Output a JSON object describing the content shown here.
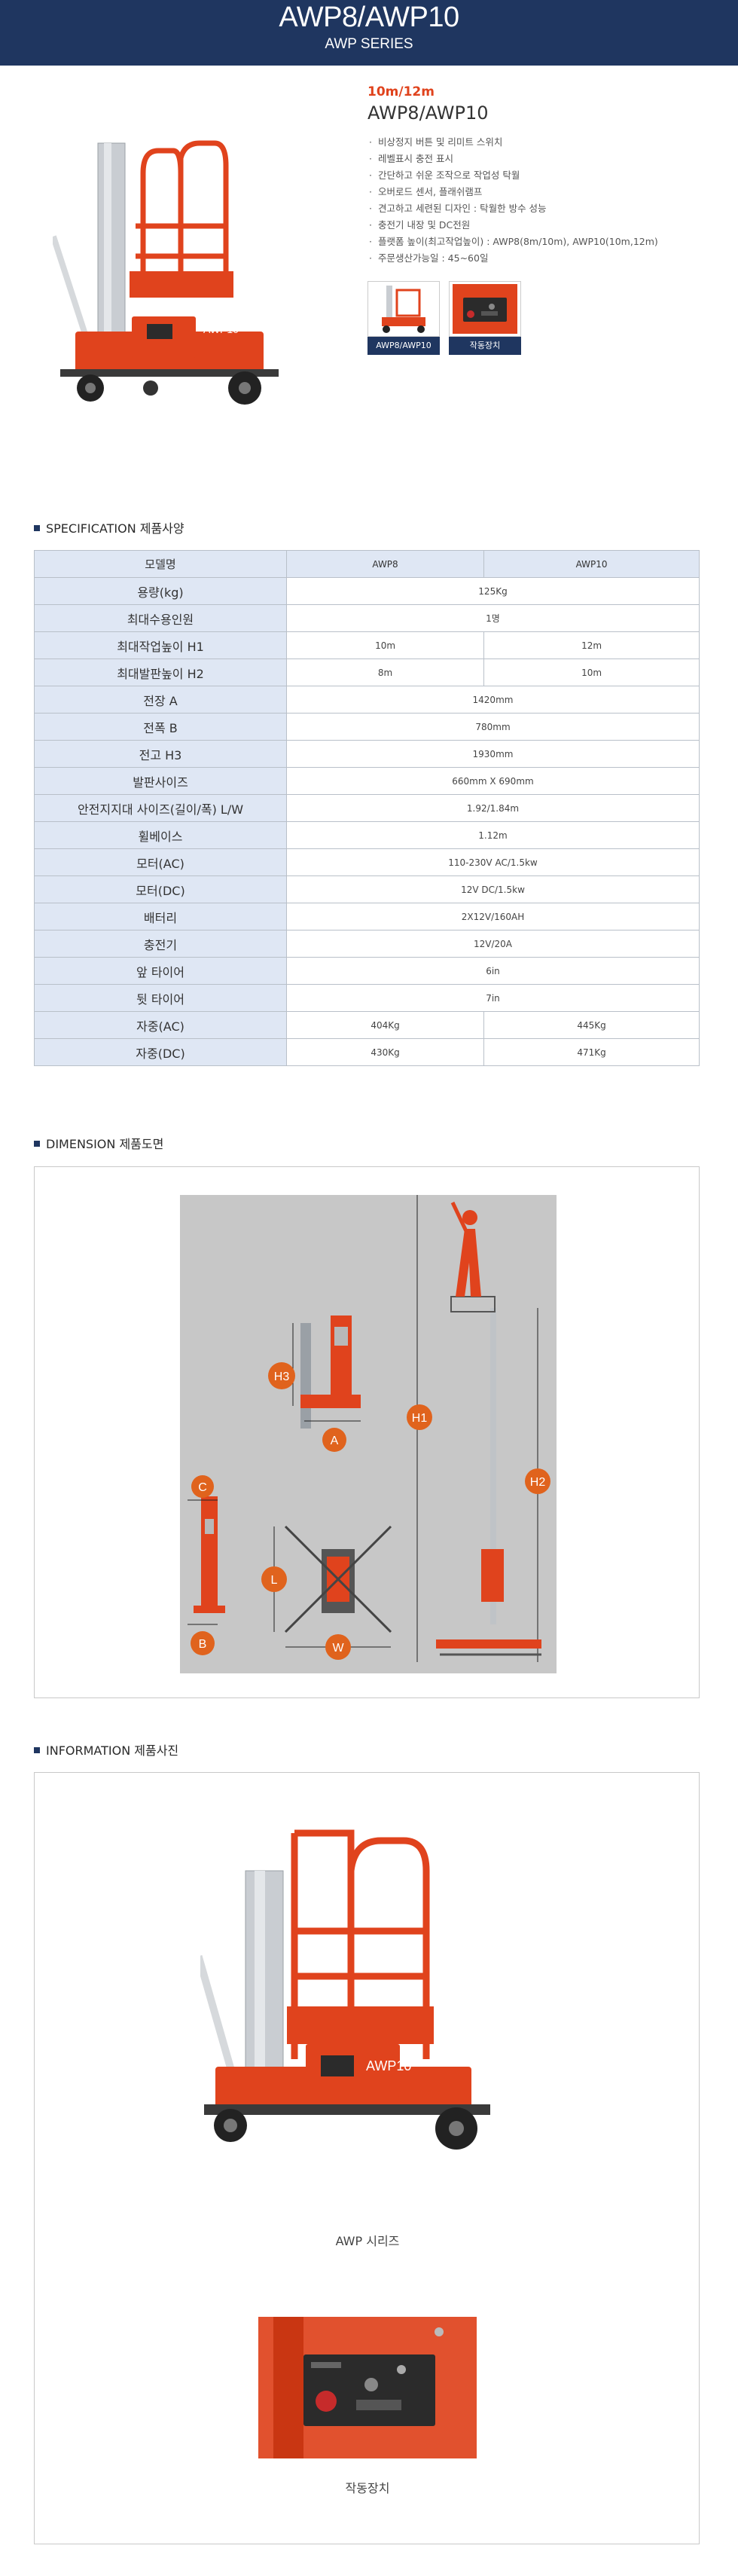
{
  "header": {
    "title": "AWP8/AWP10",
    "subtitle": "AWP SERIES"
  },
  "intro": {
    "height_label": "10m/12m",
    "model_name": "AWP8/AWP10",
    "features": [
      "비상정지 버튼 및 리미트 스위치",
      "레벨표시 충전 표시",
      "간단하고 쉬운 조작으로 작업성 탁월",
      "오버로드 센서, 플래쉬램프",
      "견고하고 세련된 디자인 : 탁월한 방수 성능",
      "충전기 내장 및 DC전원",
      "플랫폼 높이(최고작업높이) : AWP8(8m/10m), AWP10(10m,12m)",
      "주문생산가능일 : 45~60일"
    ],
    "thumbs": [
      {
        "caption": "AWP8/AWP10"
      },
      {
        "caption": "작동장치"
      }
    ]
  },
  "sections": {
    "spec": "SPECIFICATION 제품사양",
    "dimension": "DIMENSION 제품도면",
    "information": "INFORMATION 제품사진"
  },
  "spec_table": {
    "header": {
      "label": "모델명",
      "col1": "AWP8",
      "col2": "AWP10"
    },
    "rows": [
      {
        "label": "용량(kg)",
        "value": "125Kg"
      },
      {
        "label": "최대수용인원",
        "value": "1명"
      },
      {
        "label": "최대작업높이 H1",
        "col1": "10m",
        "col2": "12m"
      },
      {
        "label": "최대발판높이 H2",
        "col1": "8m",
        "col2": "10m"
      },
      {
        "label": "전장 A",
        "value": "1420mm"
      },
      {
        "label": "전폭 B",
        "value": "780mm"
      },
      {
        "label": "전고 H3",
        "value": "1930mm"
      },
      {
        "label": "발판사이즈",
        "value": "660mm X 690mm"
      },
      {
        "label": "안전지지대 사이즈(길이/폭) L/W",
        "value": "1.92/1.84m"
      },
      {
        "label": "휠베이스",
        "value": "1.12m"
      },
      {
        "label": "모터(AC)",
        "value": "110-230V AC/1.5kw"
      },
      {
        "label": "모터(DC)",
        "value": "12V DC/1.5kw"
      },
      {
        "label": "배터리",
        "value": "2X12V/160AH"
      },
      {
        "label": "충전기",
        "value": "12V/20A"
      },
      {
        "label": "앞 타이어",
        "value": "6in"
      },
      {
        "label": "뒷 타이어",
        "value": "7in"
      },
      {
        "label": "자중(AC)",
        "col1": "404Kg",
        "col2": "445Kg"
      },
      {
        "label": "자중(DC)",
        "col1": "430Kg",
        "col2": "471Kg"
      }
    ]
  },
  "dimension_labels": {
    "h3": "H3",
    "a": "A",
    "h1": "H1",
    "h2": "H2",
    "c": "C",
    "b": "B",
    "l": "L",
    "w": "W"
  },
  "information": {
    "photo1_caption": "AWP 시리즈",
    "photo2_caption": "작동장치",
    "machine_label": "AWP10"
  },
  "colors": {
    "navy": "#1f3660",
    "orange": "#e0431d",
    "table_header": "#dfe7f4"
  }
}
